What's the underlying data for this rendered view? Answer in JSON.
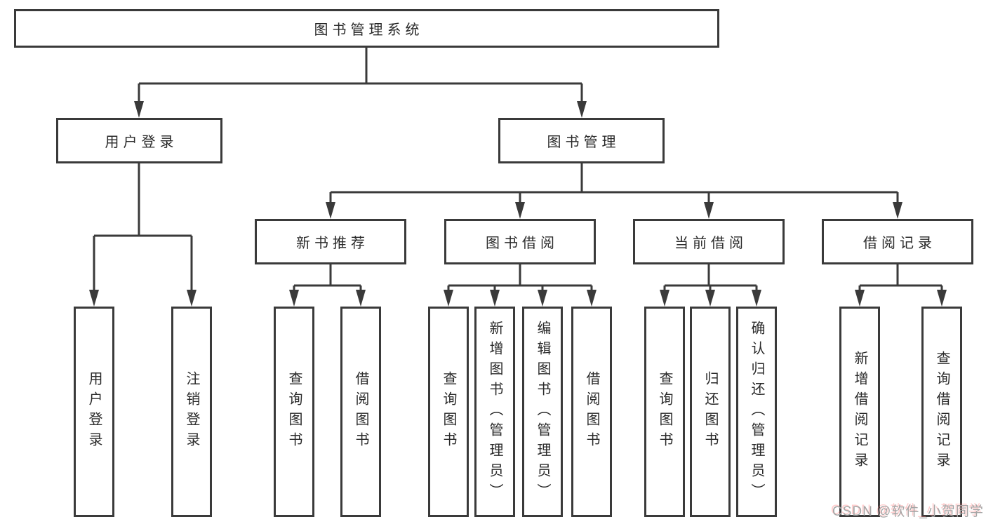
{
  "tree": {
    "label": "图书管理系统",
    "children": [
      {
        "label": "用户登录",
        "children": [
          {
            "label": "用户登录"
          },
          {
            "label": "注销登录"
          }
        ]
      },
      {
        "label": "图书管理",
        "children": [
          {
            "label": "新书推荐",
            "children": [
              {
                "label": "查询图书"
              },
              {
                "label": "借阅图书"
              }
            ]
          },
          {
            "label": "图书借阅",
            "children": [
              {
                "label": "查询图书"
              },
              {
                "label": "新增图书（管理员）"
              },
              {
                "label": "编辑图书（管理员）"
              },
              {
                "label": "借阅图书"
              }
            ]
          },
          {
            "label": "当前借阅",
            "children": [
              {
                "label": "查询图书"
              },
              {
                "label": "归还图书"
              },
              {
                "label": "确认归还（管理员）"
              }
            ]
          },
          {
            "label": "借阅记录",
            "children": [
              {
                "label": "新增借阅记录"
              },
              {
                "label": "查询借阅记录"
              }
            ]
          }
        ]
      }
    ]
  },
  "watermark": {
    "text": "CSDN @软件_小贺同学"
  },
  "colors": {
    "line": "#3a3a3a",
    "text": "#2a2a2a",
    "watermark": "#a5a5a5"
  }
}
